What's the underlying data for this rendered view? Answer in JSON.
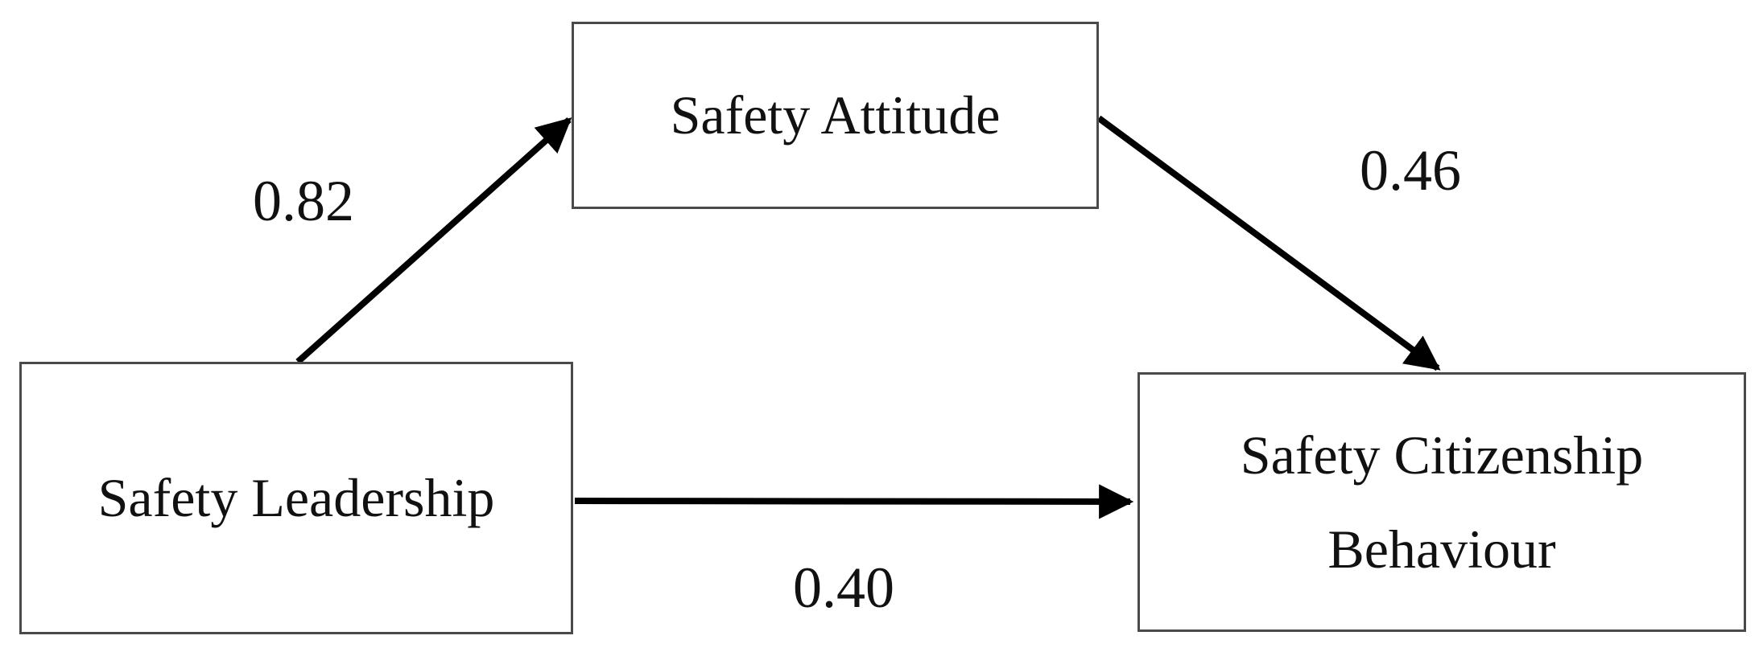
{
  "diagram": {
    "type": "path-model",
    "nodes": [
      {
        "id": "safety-leadership",
        "label": "Safety Leadership"
      },
      {
        "id": "safety-attitude",
        "label": "Safety Attitude"
      },
      {
        "id": "safety-citizenship-behaviour",
        "label": "Safety Citizenship Behaviour",
        "lines": [
          "Safety Citizenship",
          "Behaviour"
        ]
      }
    ],
    "edges": [
      {
        "from": "safety-leadership",
        "to": "safety-attitude",
        "coefficient": "0.82"
      },
      {
        "from": "safety-attitude",
        "to": "safety-citizenship-behaviour",
        "coefficient": "0.46"
      },
      {
        "from": "safety-leadership",
        "to": "safety-citizenship-behaviour",
        "coefficient": "0.40"
      }
    ],
    "colors": {
      "arrow": "#000000",
      "box_border": "#4a4a4a",
      "text": "#111111",
      "background": "#ffffff"
    }
  }
}
